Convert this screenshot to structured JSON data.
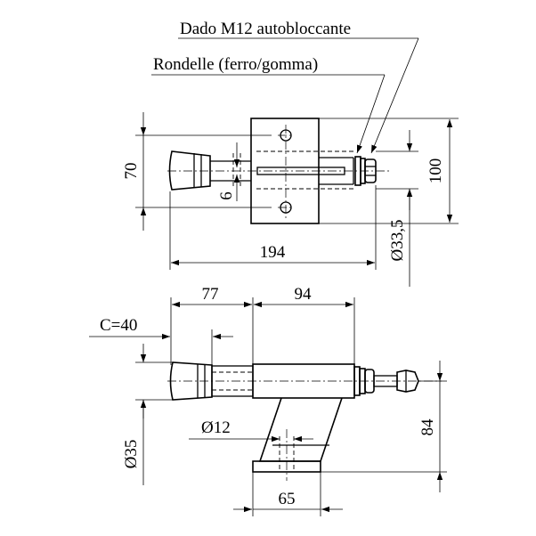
{
  "callouts": {
    "nut": "Dado M12 autobloccante",
    "washers": "Rondelle (ferro/gomma)"
  },
  "top_view": {
    "height_70": "70",
    "slot_6": "6",
    "length_194": "194",
    "height_100": "100",
    "diameter_33_5": "Ø33,5"
  },
  "side_view": {
    "dim_77": "77",
    "dim_94": "94",
    "stroke_c": "C=40",
    "diameter_35": "Ø35",
    "diameter_12": "Ø12",
    "height_84": "84",
    "base_65": "65"
  }
}
